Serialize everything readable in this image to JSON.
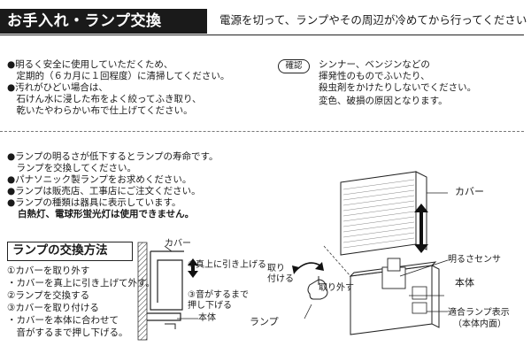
{
  "header": {
    "title": "お手入れ・ランプ交換",
    "subtitle": "電源を切って、ランプやその周辺が冷めてから行ってください"
  },
  "care": {
    "bullet1": "●明るく安全に使用していただくため、\n　定期的（６カ月に１回程度）に清掃してください。",
    "bullet2": "●汚れがひどい場合は、\n　石けん水に浸した布をよく絞ってふき取り、\n　乾いたやわらかい布で仕上げてください。",
    "confirm_badge": "確認",
    "confirm_text": "シンナー、ベンジンなどの\n揮発性のものでふいたり、\n殺虫剤をかけたりしないでください。",
    "confirm_note": "変色、破損の原因となります。"
  },
  "lamp_notes": {
    "lines": "●ランプの明るさが低下するとランプの寿命です。\n　ランプを交換してください。\n●パナソニック製ランプをお求めください。\n●ランプは販売店、工事店にご注文ください。\n●ランプの種類は器具に表示しています。",
    "warning": "白熱灯、電球形蛍光灯は使用できません。"
  },
  "procedure": {
    "title": "ランプの交換方法",
    "steps": "①カバーを取り外す\n・カバーを真上に引き上げて外す。\n②ランプを交換する\n③カバーを取り付ける\n・カバーを本体に合わせて\n　音がするまで押し下げる。"
  },
  "small_diagram": {
    "cover": "カバー",
    "pull_up": "①真上に引き上げる",
    "push_down": "③音がするまで\n押し下げる",
    "body": "本体"
  },
  "large_diagram": {
    "cover": "カバー",
    "sensor": "明るさセンサ",
    "attach": "取り\n付ける",
    "remove": "取り外す",
    "body": "本体",
    "lamp": "ランプ",
    "lamp_label": "適合ランプ表示",
    "lamp_label_note": "（本体内面）"
  }
}
